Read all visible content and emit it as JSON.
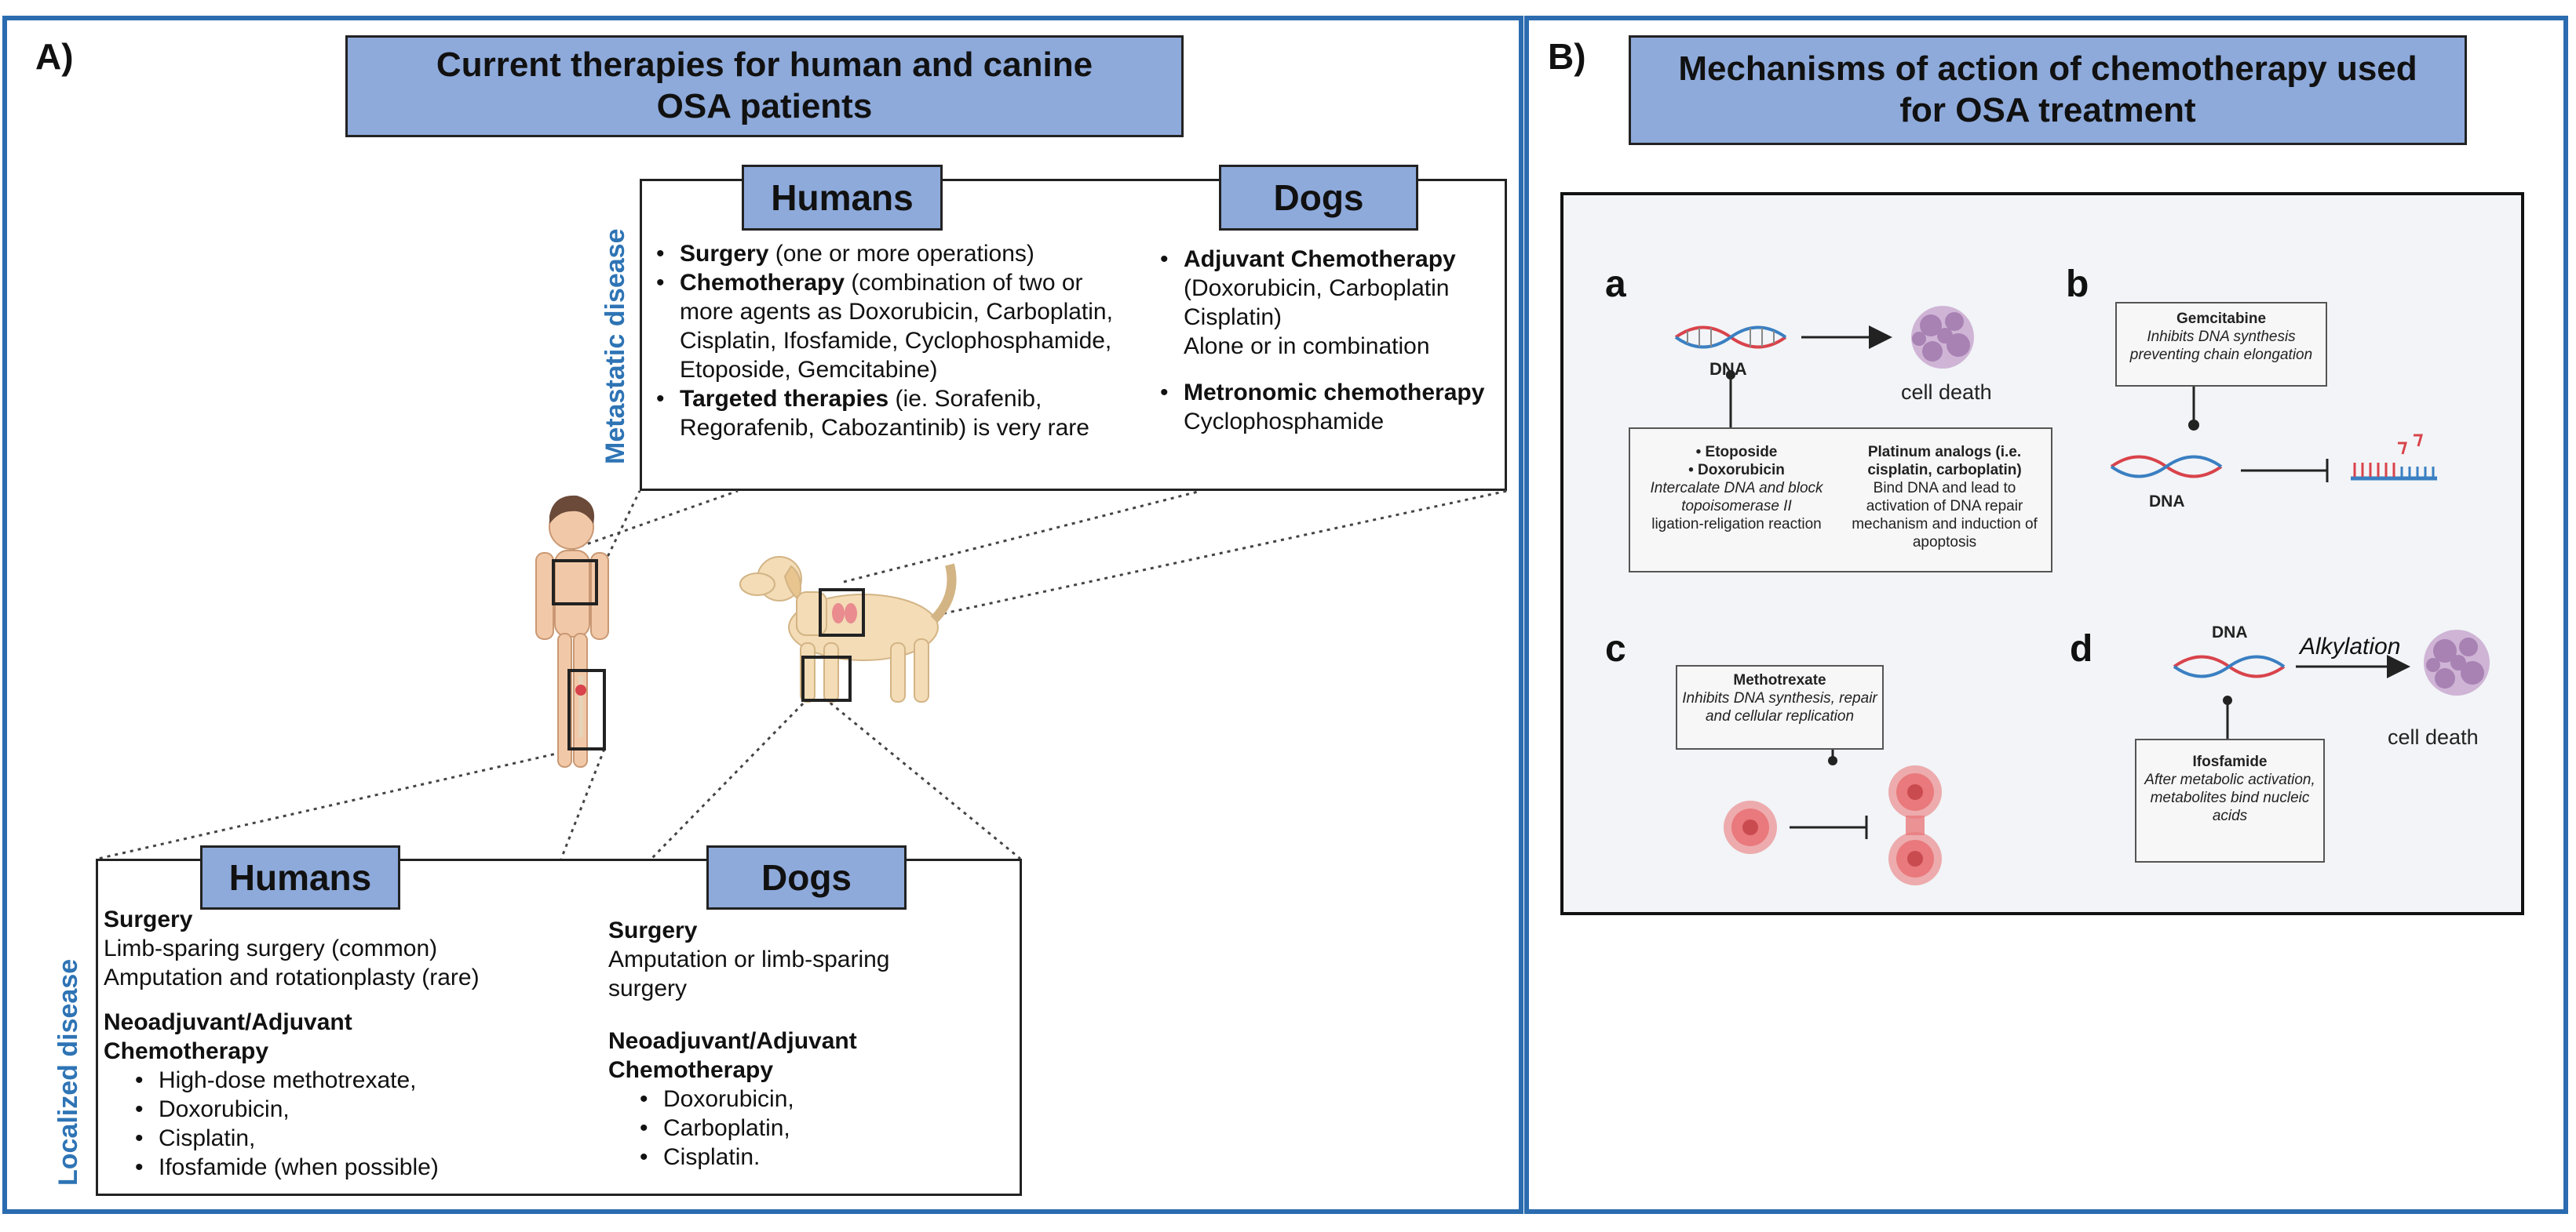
{
  "panelA": {
    "letter": "A)",
    "title": "Current therapies for human and canine OSA patients",
    "metastatic_label": "Metastatic disease",
    "localized_label": "Localized disease",
    "metastatic": {
      "humans_label": "Humans",
      "dogs_label": "Dogs",
      "humans_items": [
        {
          "bold": "Surgery",
          "text": " (one or more operations)"
        },
        {
          "bold": "Chemotherapy",
          "text": " (combination of two or more agents as Doxorubicin, Carboplatin, Cisplatin, Ifosfamide, Cyclophosphamide, Etoposide, Gemcitabine)"
        },
        {
          "bold": "Targeted therapies",
          "text": " (ie. Sorafenib, Regorafenib, Cabozantinib) is very rare"
        }
      ],
      "dogs_items": [
        {
          "bold": "Adjuvant Chemotherapy",
          "text": "(Doxorubicin, Carboplatin Cisplatin)",
          "extra": "Alone or in combination"
        },
        {
          "bold": "Metronomic chemotherapy",
          "text": "Cyclophosphamide"
        }
      ]
    },
    "localized": {
      "humans_label": "Humans",
      "dogs_label": "Dogs",
      "humans_surgery_heading": "Surgery",
      "humans_surgery_lines": [
        "Limb-sparing surgery (common)",
        "Amputation and rotationplasty (rare)"
      ],
      "humans_chemo_heading": "Neoadjuvant/Adjuvant Chemotherapy",
      "humans_chemo_items": [
        "High-dose methotrexate,",
        "Doxorubicin,",
        "Cisplatin,",
        "Ifosfamide (when possible)"
      ],
      "dogs_surgery_heading": "Surgery",
      "dogs_surgery_text": "Amputation or limb-sparing surgery",
      "dogs_chemo_heading": "Neoadjuvant/Adjuvant Chemotherapy",
      "dogs_chemo_items": [
        "Doxorubicin,",
        "Carboplatin,",
        "Cisplatin."
      ]
    }
  },
  "panelB": {
    "letter": "B)",
    "title": "Mechanisms of action of chemotherapy used for OSA treatment",
    "a": {
      "letter": "a",
      "dna_label": "DNA",
      "outcome": "cell death",
      "left_bold": [
        "• Etoposide",
        "• Doxorubicin"
      ],
      "left_italic": "Intercalate DNA and block topoisomerase II",
      "left_plain": "ligation-religation reaction",
      "right_bold": "Platinum analogs (i.e. cisplatin, carboplatin)",
      "right_plain": "Bind DNA and lead to activation of DNA repair mechanism and induction of apoptosis"
    },
    "b": {
      "letter": "b",
      "drug": "Gemcitabine",
      "desc": "Inhibits DNA synthesis preventing chain elongation",
      "dna_label": "DNA"
    },
    "c": {
      "letter": "c",
      "drug": "Methotrexate",
      "desc": "Inhibits DNA synthesis, repair and cellular replication"
    },
    "d": {
      "letter": "d",
      "dna_label": "DNA",
      "process": "Alkylation",
      "outcome": "cell death",
      "drug": "Ifosfamide",
      "desc": "After metabolic activation, metabolites bind nucleic acids"
    }
  },
  "colors": {
    "frame": "#2b6cb0",
    "title_fill": "#8eaadb",
    "side_label": "#2e74b5",
    "dna_red": "#d9434b",
    "dna_blue": "#3a7fc2",
    "cell_purple": "#9b6fa8",
    "cell_pink": "#e9797c"
  }
}
